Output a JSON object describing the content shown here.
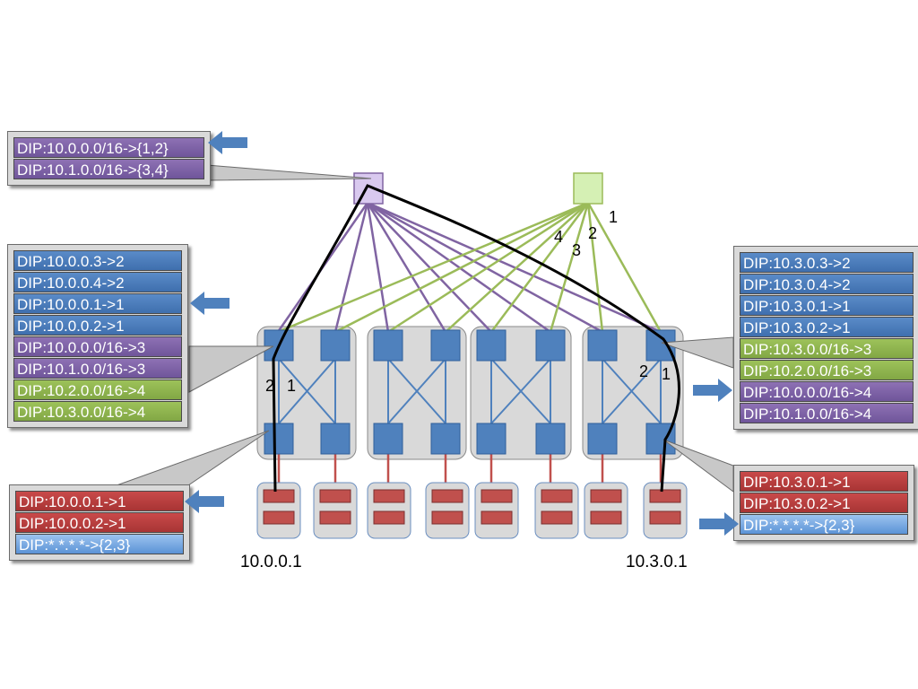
{
  "colors": {
    "blue": "#4f81bd",
    "purple": "#8064a2",
    "green": "#9bbb59",
    "red": "#c0504d",
    "core_purple": "#d9c9ef",
    "core_green": "#d5f0b4"
  },
  "tables": {
    "core": [
      "DIP:10.0.0.0/16->{1,2}",
      "DIP:10.1.0.0/16->{3,4}"
    ],
    "agg_left": [
      "DIP:10.0.0.3->2",
      "DIP:10.0.0.4->2",
      "DIP:10.0.0.1->1",
      "DIP:10.0.0.2->1",
      "DIP:10.0.0.0/16->3",
      "DIP:10.1.0.0/16->3",
      "DIP:10.2.0.0/16->4",
      "DIP:10.3.0.0/16->4"
    ],
    "agg_right": [
      "DIP:10.3.0.3->2",
      "DIP:10.3.0.4->2",
      "DIP:10.3.0.1->1",
      "DIP:10.3.0.2->1",
      "DIP:10.3.0.0/16->3",
      "DIP:10.2.0.0/16->3",
      "DIP:10.0.0.0/16->4",
      "DIP:10.1.0.0/16->4"
    ],
    "edge_left": [
      "DIP:10.0.0.1->1",
      "DIP:10.0.0.2->1",
      "DIP:*.*.*.*->{2,3}"
    ],
    "edge_right": [
      "DIP:10.3.0.1->1",
      "DIP:10.3.0.2->1",
      "DIP:*.*.*.*->{2,3}"
    ]
  },
  "host_labels": {
    "left": "10.0.0.1",
    "right": "10.3.0.1"
  },
  "port_labels": {
    "core_green_1": "1",
    "core_green_2": "2",
    "core_green_3": "3",
    "core_green_4": "4",
    "left_agg_2": "2",
    "left_agg_1": "1",
    "right_agg_2": "2",
    "right_agg_1": "1"
  }
}
